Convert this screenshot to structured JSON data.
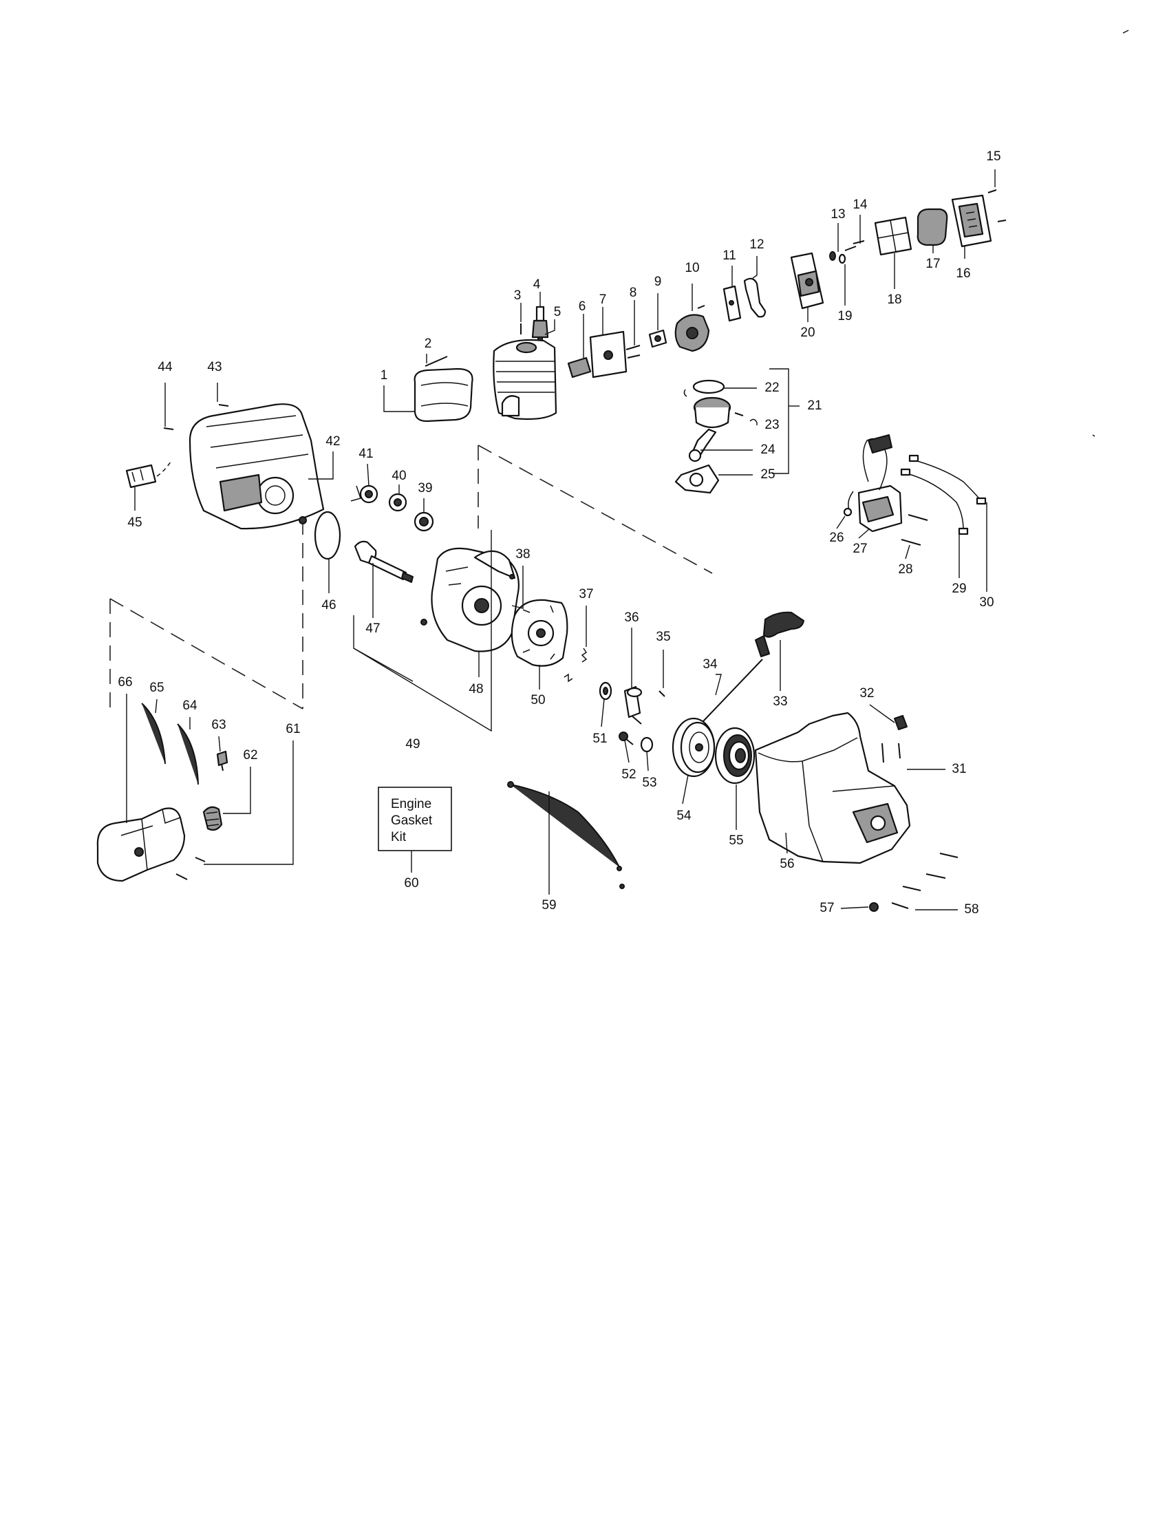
{
  "diagram": {
    "callouts": [
      "1",
      "2",
      "3",
      "4",
      "5",
      "6",
      "7",
      "8",
      "9",
      "10",
      "11",
      "12",
      "13",
      "14",
      "15",
      "16",
      "17",
      "18",
      "19",
      "20",
      "21",
      "22",
      "23",
      "24",
      "25",
      "26",
      "27",
      "28",
      "29",
      "30",
      "31",
      "32",
      "33",
      "34",
      "35",
      "36",
      "37",
      "38",
      "39",
      "40",
      "41",
      "42",
      "43",
      "44",
      "45",
      "46",
      "47",
      "48",
      "49",
      "50",
      "51",
      "52",
      "53",
      "54",
      "55",
      "56",
      "57",
      "58",
      "59",
      "60",
      "61",
      "62",
      "63",
      "64",
      "65",
      "66"
    ],
    "kit_box": {
      "line1": "Engine",
      "line2": "Gasket",
      "line3": "Kit"
    }
  }
}
